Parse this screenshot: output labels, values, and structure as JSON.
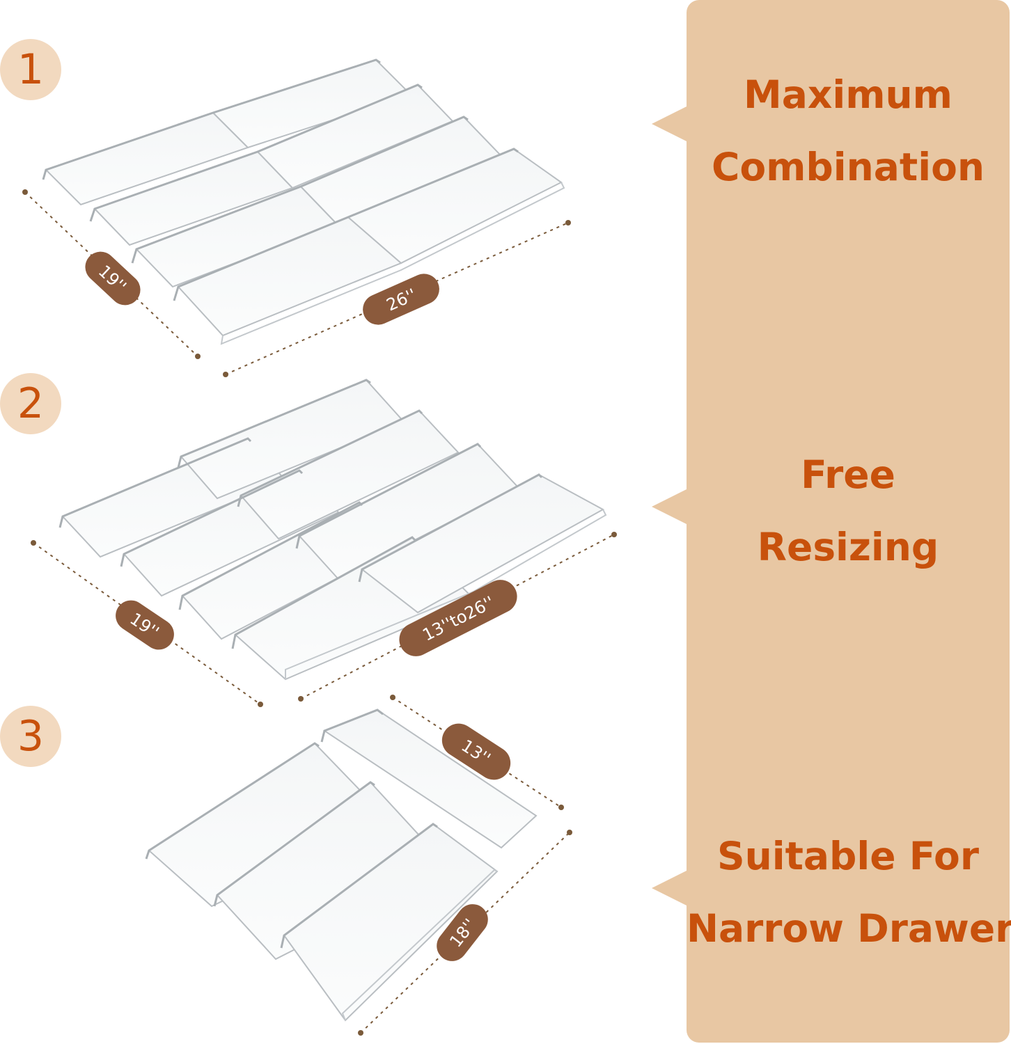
{
  "steps": [
    {
      "number": "1",
      "caption_line1": "Maximum",
      "caption_line2": "Combination",
      "dim_depth": "19''",
      "dim_width": "26''"
    },
    {
      "number": "2",
      "caption_line1": "Free",
      "caption_line2": "Resizing",
      "dim_depth": "19''",
      "dim_width": "13''to26''"
    },
    {
      "number": "3",
      "caption_line1": "Suitable For",
      "caption_line2": "Narrow Drawers",
      "dim_depth": "13''",
      "dim_width": "18''"
    }
  ],
  "colors": {
    "accent": "#c8510c",
    "panel": "#e8c7a3",
    "circle": "#f2d9bf",
    "badge": "#8b5a3c",
    "dots": "#7a5a3a"
  }
}
